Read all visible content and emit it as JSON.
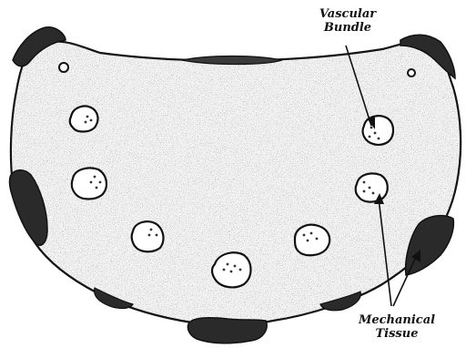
{
  "labels": {
    "vascular_bundle": {
      "line1": "Vascular",
      "line2": "Bundle"
    },
    "mechanical_tissue": {
      "line1": "Mechanical",
      "line2": "Tissue"
    }
  },
  "colors": {
    "ground_tissue": "#f4f4f4",
    "stipple": "#333333",
    "mechanical_tissue": "#2a2a2a",
    "bundle_fill": "#ffffff",
    "outline": "#111111"
  }
}
